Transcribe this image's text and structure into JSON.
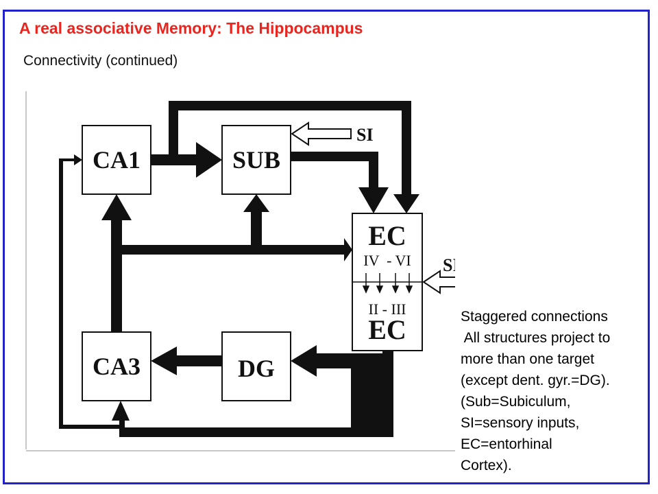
{
  "slide": {
    "title": "A real associative Memory: The Hippocampus",
    "subtitle": "Connectivity (continued)",
    "accent_color": "#e8251f",
    "frame_color": "#2222cc"
  },
  "diagram": {
    "nodes": {
      "ca1": "CA1",
      "sub": "SUB",
      "ec_top": "EC",
      "ec_top_layers": "IV  - VI",
      "ec_bottom_layers": "II - III",
      "ec_bottom": "EC",
      "ca3": "CA3",
      "dg": "DG"
    },
    "inputs": {
      "si_top": "SI",
      "si_right": "SI"
    },
    "connections": [
      {
        "from": "CA1",
        "to": "SUB"
      },
      {
        "from": "CA1",
        "to": "EC IV-VI"
      },
      {
        "from": "SUB",
        "to": "EC IV-VI"
      },
      {
        "from": "CA3",
        "to": "CA1"
      },
      {
        "from": "CA3",
        "to": "SUB"
      },
      {
        "from": "CA3",
        "to": "EC IV-VI"
      },
      {
        "from": "EC IV-VI",
        "to": "EC II-III"
      },
      {
        "from": "EC II-III",
        "to": "DG"
      },
      {
        "from": "EC II-III",
        "to": "CA3"
      },
      {
        "from": "DG",
        "to": "CA3"
      },
      {
        "from": "EC II-III",
        "to": "CA1"
      },
      {
        "from": "SI",
        "to": "SUB"
      },
      {
        "from": "SI",
        "to": "EC"
      }
    ]
  },
  "notes": {
    "lines": [
      "Staggered connections",
      " All structures project to",
      "more than one target",
      "(except dent. gyr.=DG).",
      "(Sub=Subiculum,",
      "SI=sensory inputs,",
      "EC=entorhinal",
      "Cortex)."
    ]
  }
}
